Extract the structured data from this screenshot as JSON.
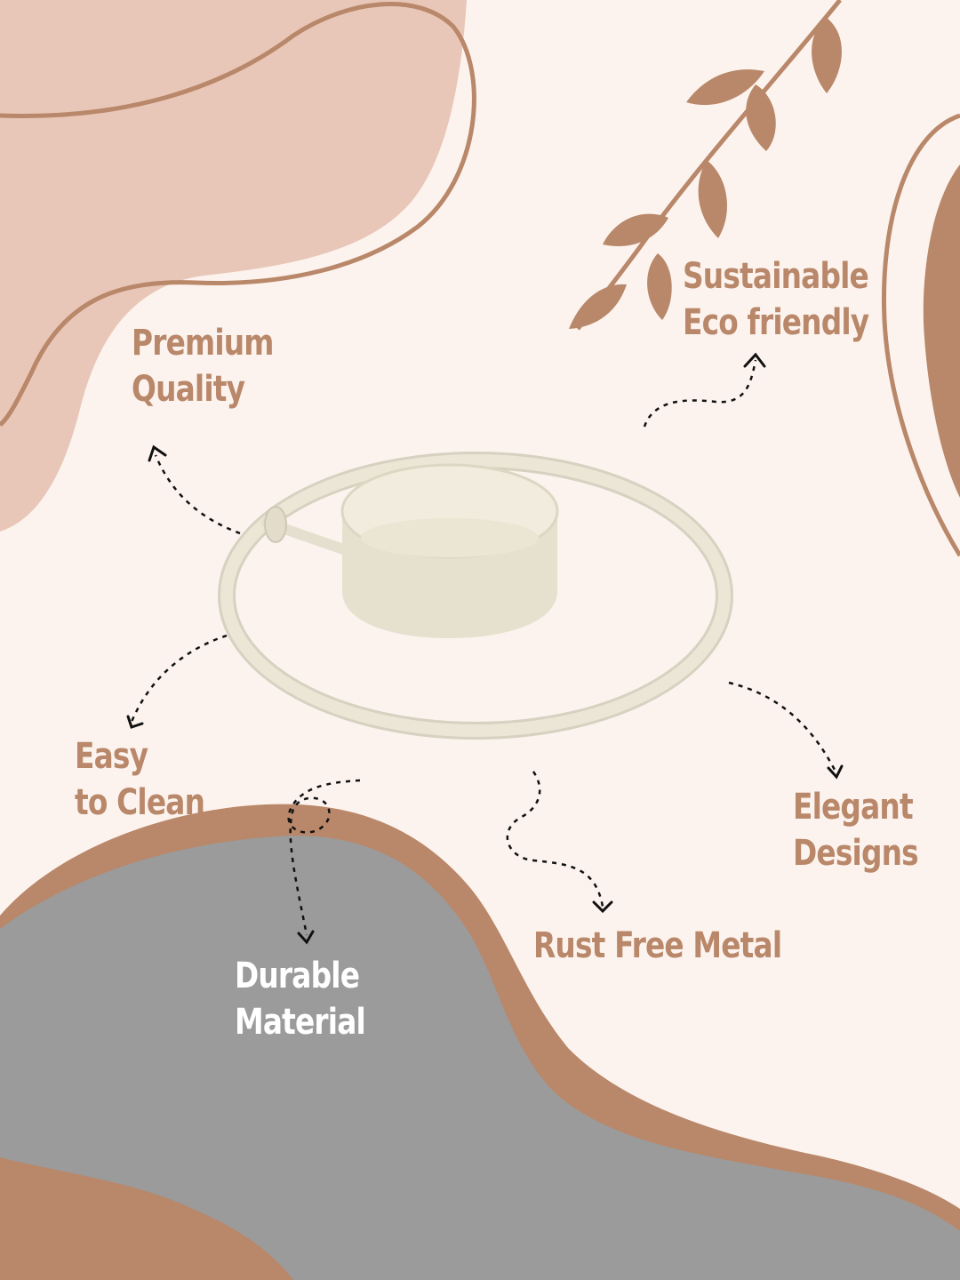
{
  "colors": {
    "background": "#fcf3ee",
    "blush": "#e8c7b8",
    "brand_brown": "#b98769",
    "grey": "#9b9b9b",
    "label_brown": "#b98769",
    "label_white": "#ffffff",
    "product": "#ece6d7"
  },
  "features": {
    "premium_quality": {
      "line1": "Premium",
      "line2": "Quality"
    },
    "sustainable": {
      "line1": "Sustainable",
      "line2": "Eco friendly"
    },
    "easy_to_clean": {
      "line1": "Easy",
      "line2": "to Clean"
    },
    "elegant_designs": {
      "line1": "Elegant",
      "line2": "Designs"
    },
    "rust_free": {
      "line1": "Rust Free Metal"
    },
    "durable": {
      "line1": "Durable",
      "line2": "Material"
    }
  },
  "product": {
    "name_icon": "tealight-holder-ring"
  }
}
